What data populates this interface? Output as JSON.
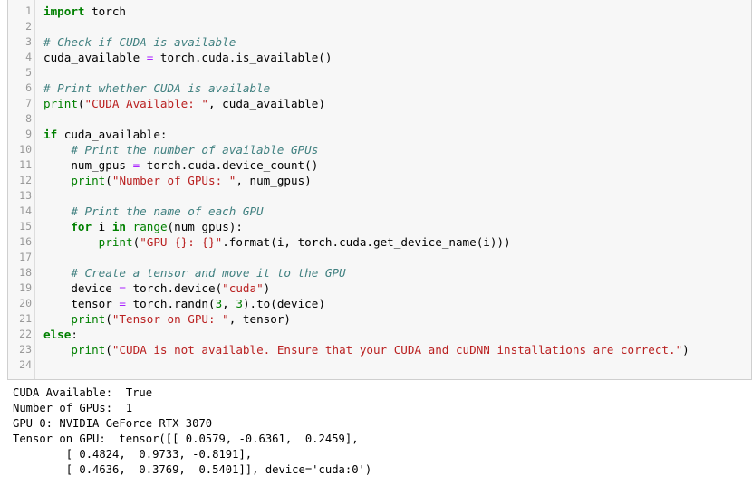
{
  "code_lines": [
    {
      "n": "1",
      "tokens": [
        {
          "t": "import",
          "c": "kw"
        },
        {
          "t": " torch",
          "c": ""
        }
      ]
    },
    {
      "n": "2",
      "tokens": []
    },
    {
      "n": "3",
      "tokens": [
        {
          "t": "# Check if CUDA is available",
          "c": "cm"
        }
      ]
    },
    {
      "n": "4",
      "tokens": [
        {
          "t": "cuda_available ",
          "c": ""
        },
        {
          "t": "=",
          "c": "op"
        },
        {
          "t": " torch.cuda.is_available()",
          "c": ""
        }
      ]
    },
    {
      "n": "5",
      "tokens": []
    },
    {
      "n": "6",
      "tokens": [
        {
          "t": "# Print whether CUDA is available",
          "c": "cm"
        }
      ]
    },
    {
      "n": "7",
      "tokens": [
        {
          "t": "print",
          "c": "bi"
        },
        {
          "t": "(",
          "c": ""
        },
        {
          "t": "\"CUDA Available: \"",
          "c": "st"
        },
        {
          "t": ", cuda_available)",
          "c": ""
        }
      ]
    },
    {
      "n": "8",
      "tokens": []
    },
    {
      "n": "9",
      "tokens": [
        {
          "t": "if",
          "c": "kw"
        },
        {
          "t": " cuda_available:",
          "c": ""
        }
      ]
    },
    {
      "n": "10",
      "tokens": [
        {
          "t": "    ",
          "c": ""
        },
        {
          "t": "# Print the number of available GPUs",
          "c": "cm"
        }
      ]
    },
    {
      "n": "11",
      "tokens": [
        {
          "t": "    num_gpus ",
          "c": ""
        },
        {
          "t": "=",
          "c": "op"
        },
        {
          "t": " torch.cuda.device_count()",
          "c": ""
        }
      ]
    },
    {
      "n": "12",
      "tokens": [
        {
          "t": "    ",
          "c": ""
        },
        {
          "t": "print",
          "c": "bi"
        },
        {
          "t": "(",
          "c": ""
        },
        {
          "t": "\"Number of GPUs: \"",
          "c": "st"
        },
        {
          "t": ", num_gpus)",
          "c": ""
        }
      ]
    },
    {
      "n": "13",
      "tokens": []
    },
    {
      "n": "14",
      "tokens": [
        {
          "t": "    ",
          "c": ""
        },
        {
          "t": "# Print the name of each GPU",
          "c": "cm"
        }
      ]
    },
    {
      "n": "15",
      "tokens": [
        {
          "t": "    ",
          "c": ""
        },
        {
          "t": "for",
          "c": "kw"
        },
        {
          "t": " i ",
          "c": ""
        },
        {
          "t": "in",
          "c": "kw"
        },
        {
          "t": " ",
          "c": ""
        },
        {
          "t": "range",
          "c": "bi"
        },
        {
          "t": "(num_gpus):",
          "c": ""
        }
      ]
    },
    {
      "n": "16",
      "tokens": [
        {
          "t": "        ",
          "c": ""
        },
        {
          "t": "print",
          "c": "bi"
        },
        {
          "t": "(",
          "c": ""
        },
        {
          "t": "\"GPU {}: {}\"",
          "c": "st"
        },
        {
          "t": ".format(i, torch.cuda.get_device_name(i)))",
          "c": ""
        }
      ]
    },
    {
      "n": "17",
      "tokens": []
    },
    {
      "n": "18",
      "tokens": [
        {
          "t": "    ",
          "c": ""
        },
        {
          "t": "# Create a tensor and move it to the GPU",
          "c": "cm"
        }
      ]
    },
    {
      "n": "19",
      "tokens": [
        {
          "t": "    device ",
          "c": ""
        },
        {
          "t": "=",
          "c": "op"
        },
        {
          "t": " torch.device(",
          "c": ""
        },
        {
          "t": "\"cuda\"",
          "c": "st"
        },
        {
          "t": ")",
          "c": ""
        }
      ]
    },
    {
      "n": "20",
      "tokens": [
        {
          "t": "    tensor ",
          "c": ""
        },
        {
          "t": "=",
          "c": "op"
        },
        {
          "t": " torch.randn(",
          "c": ""
        },
        {
          "t": "3",
          "c": "nm"
        },
        {
          "t": ", ",
          "c": ""
        },
        {
          "t": "3",
          "c": "nm"
        },
        {
          "t": ").to(device)",
          "c": ""
        }
      ]
    },
    {
      "n": "21",
      "tokens": [
        {
          "t": "    ",
          "c": ""
        },
        {
          "t": "print",
          "c": "bi"
        },
        {
          "t": "(",
          "c": ""
        },
        {
          "t": "\"Tensor on GPU: \"",
          "c": "st"
        },
        {
          "t": ", tensor)",
          "c": ""
        }
      ]
    },
    {
      "n": "22",
      "tokens": [
        {
          "t": "else",
          "c": "kw"
        },
        {
          "t": ":",
          "c": ""
        }
      ]
    },
    {
      "n": "23",
      "tokens": [
        {
          "t": "    ",
          "c": ""
        },
        {
          "t": "print",
          "c": "bi"
        },
        {
          "t": "(",
          "c": ""
        },
        {
          "t": "\"CUDA is not available. Ensure that your CUDA and cuDNN installations are correct.\"",
          "c": "st"
        },
        {
          "t": ")",
          "c": ""
        }
      ]
    },
    {
      "n": "24",
      "tokens": []
    }
  ],
  "output_lines": [
    "CUDA Available:  True",
    "Number of GPUs:  1",
    "GPU 0: NVIDIA GeForce RTX 3070",
    "Tensor on GPU:  tensor([[ 0.0579, -0.6361,  0.2459],",
    "        [ 0.4824,  0.9733, -0.8191],",
    "        [ 0.4636,  0.3769,  0.5401]], device='cuda:0')"
  ]
}
